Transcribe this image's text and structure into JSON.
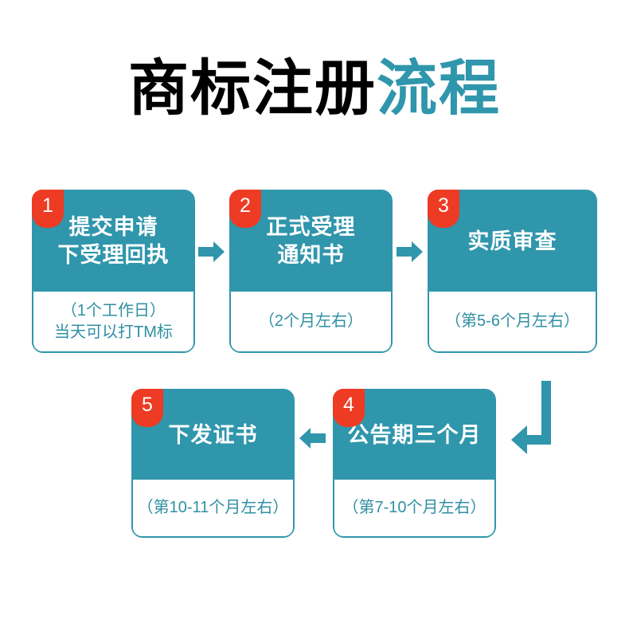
{
  "page": {
    "background": "#ffffff",
    "accent_color": "#2F96AC",
    "badge_color": "#EE3B23",
    "subtitle_color": "#2F8FA4"
  },
  "title": {
    "main": "商标注册",
    "accent": "流程",
    "full": "商标注册流程"
  },
  "chart_data": {
    "type": "diagram",
    "title": "商标注册流程",
    "layout": "two-row flowchart, row1 left-to-right, row2 right-to-left",
    "steps": [
      {
        "number": "1",
        "title": "提交申请\n下受理回执",
        "subtitle": "（1个工作日）\n当天可以打TM标",
        "row": 1,
        "order": 1
      },
      {
        "number": "2",
        "title": "正式受理\n通知书",
        "subtitle": "（2个月左右）",
        "row": 1,
        "order": 2
      },
      {
        "number": "3",
        "title": "实质审查",
        "subtitle": "（第5-6个月左右）",
        "row": 1,
        "order": 3
      },
      {
        "number": "4",
        "title": "公告期三个月",
        "subtitle": "（第7-10个月左右）",
        "row": 2,
        "order": 4
      },
      {
        "number": "5",
        "title": "下发证书",
        "subtitle": "（第10-11个月左右）",
        "row": 2,
        "order": 5
      }
    ],
    "connectors": [
      {
        "from": "1",
        "to": "2",
        "kind": "arrow-right"
      },
      {
        "from": "2",
        "to": "3",
        "kind": "arrow-right"
      },
      {
        "from": "3",
        "to": "4",
        "kind": "elbow-down-left"
      },
      {
        "from": "4",
        "to": "5",
        "kind": "arrow-left"
      }
    ]
  }
}
